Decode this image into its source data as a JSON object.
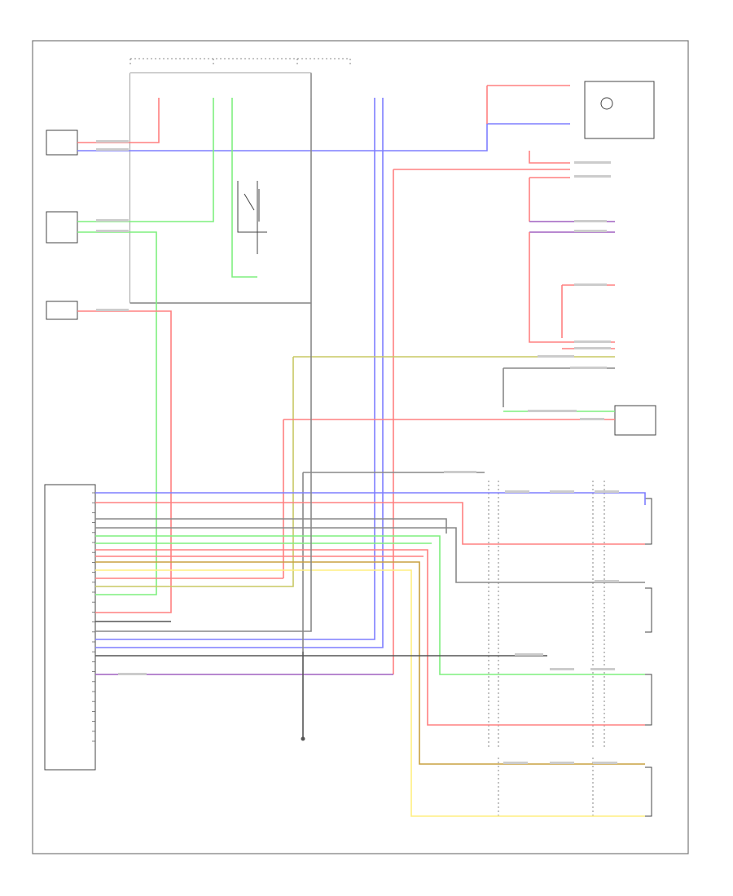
{
  "diagram": {
    "wire_colors": {
      "red": "#ff8080",
      "blue": "#7f7fff",
      "green": "#7fef7f",
      "yellow_green": "#c8c864",
      "violet": "#a060c0",
      "gray": "#888888",
      "yellow": "#ffef80",
      "black": "#555555"
    },
    "components": [
      {
        "id": "airbag-sensor-assembly",
        "pins": 26
      },
      {
        "id": "combination-meter"
      },
      {
        "id": "front-airbag-sensor-right"
      },
      {
        "id": "front-airbag-sensor-left"
      },
      {
        "id": "side-airbag-sensor-right"
      },
      {
        "id": "side-airbag-sensor-left"
      },
      {
        "id": "spiral-cable"
      },
      {
        "id": "driver-airbag"
      },
      {
        "id": "passenger-airbag"
      },
      {
        "id": "seat-belt-pretensioner-right"
      },
      {
        "id": "seat-belt-pretensioner-left"
      }
    ]
  }
}
